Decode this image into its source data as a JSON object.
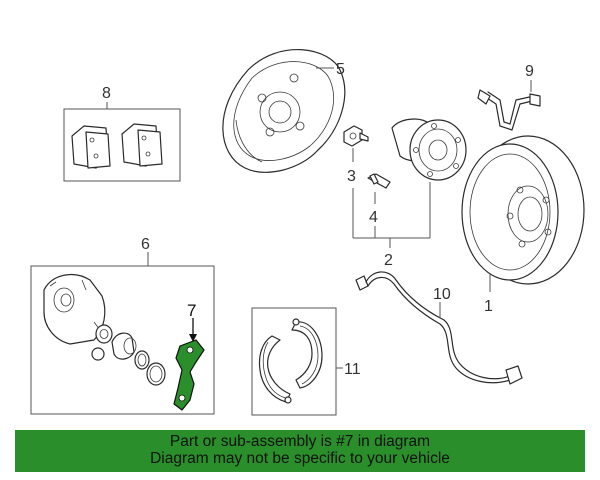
{
  "callouts": {
    "c1": "1",
    "c2": "2",
    "c3": "3",
    "c4": "4",
    "c5": "5",
    "c6": "6",
    "c7": "7",
    "c8": "8",
    "c9": "9",
    "c10": "10",
    "c11": "11"
  },
  "highlight_color": "#2a8f2a",
  "banner": {
    "line1": "Part or sub-assembly is #7 in diagram",
    "line2": "Diagram may not be specific to your vehicle"
  }
}
